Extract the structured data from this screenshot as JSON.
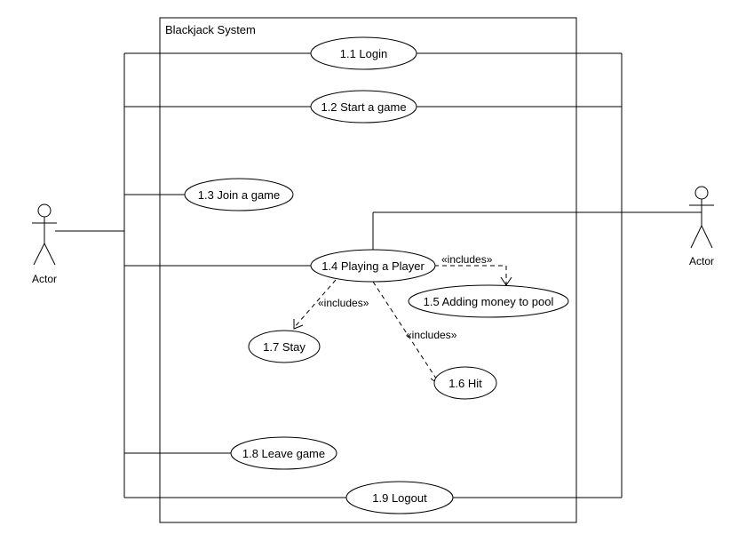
{
  "system": {
    "title": "Blackjack System"
  },
  "actors": [
    {
      "id": "left",
      "label": "Actor"
    },
    {
      "id": "right",
      "label": "Actor"
    }
  ],
  "use_cases": [
    {
      "id": "uc11",
      "label": "1.1 Login"
    },
    {
      "id": "uc12",
      "label": "1.2 Start a game"
    },
    {
      "id": "uc13",
      "label": "1.3 Join a game"
    },
    {
      "id": "uc14",
      "label": "1.4 Playing a Player"
    },
    {
      "id": "uc15",
      "label": "1.5 Adding money to pool"
    },
    {
      "id": "uc16",
      "label": "1.6 Hit"
    },
    {
      "id": "uc17",
      "label": "1.7 Stay"
    },
    {
      "id": "uc18",
      "label": "1.8 Leave game"
    },
    {
      "id": "uc19",
      "label": "1.9 Logout"
    }
  ],
  "relations": [
    {
      "from": "uc14",
      "to": "uc15",
      "label": "«includes»"
    },
    {
      "from": "uc14",
      "to": "uc17",
      "label": "«includes»"
    },
    {
      "from": "uc14",
      "to": "uc16",
      "label": "«includes»"
    }
  ],
  "associations": [
    {
      "actor": "left",
      "use_case": "uc11"
    },
    {
      "actor": "left",
      "use_case": "uc12"
    },
    {
      "actor": "left",
      "use_case": "uc13"
    },
    {
      "actor": "left",
      "use_case": "uc14"
    },
    {
      "actor": "left",
      "use_case": "uc18"
    },
    {
      "actor": "left",
      "use_case": "uc19"
    },
    {
      "actor": "right",
      "use_case": "uc11"
    },
    {
      "actor": "right",
      "use_case": "uc12"
    },
    {
      "actor": "right",
      "use_case": "uc14"
    },
    {
      "actor": "right",
      "use_case": "uc19"
    }
  ]
}
